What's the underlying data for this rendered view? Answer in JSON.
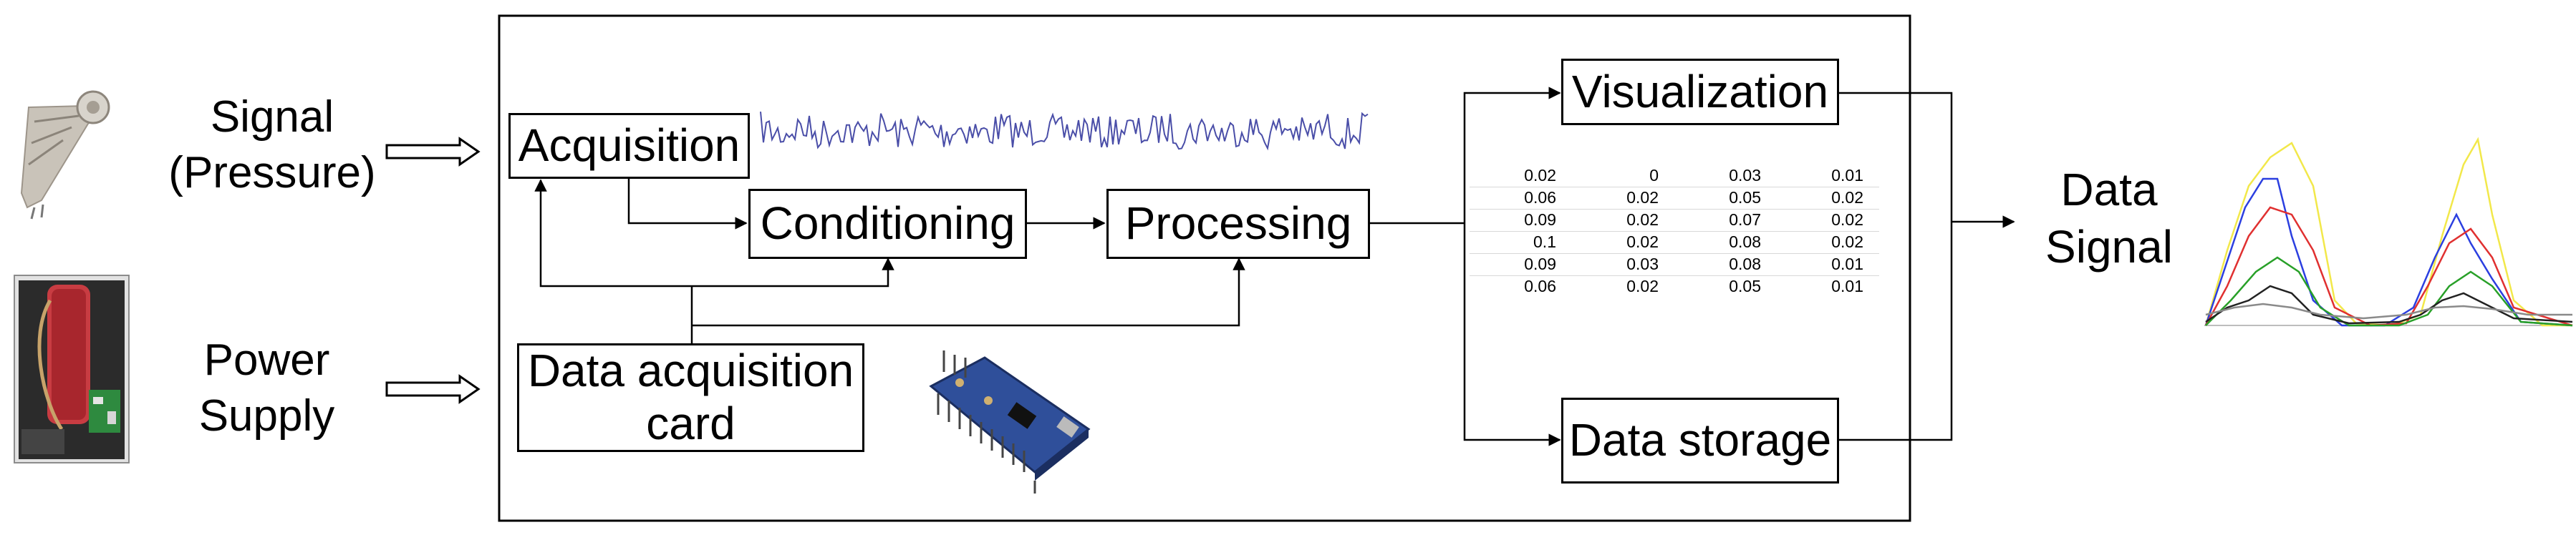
{
  "left_labels": {
    "signal_line1": "Signal",
    "signal_line2": "(Pressure)",
    "power_line1": "Power",
    "power_line2": "Supply"
  },
  "boxes": {
    "acquisition": "Acquisition",
    "conditioning": "Conditioning",
    "processing": "Processing",
    "daq_line1": "Data acquisition",
    "daq_line2": "card",
    "visualization": "Visualization",
    "storage": "Data storage"
  },
  "right_label": {
    "line1": "Data",
    "line2": "Signal"
  },
  "data_table": {
    "rows": [
      [
        "0.02",
        "0",
        "0.03",
        "0.01"
      ],
      [
        "0.06",
        "0.02",
        "0.05",
        "0.02"
      ],
      [
        "0.09",
        "0.02",
        "0.07",
        "0.02"
      ],
      [
        "0.1",
        "0.02",
        "0.08",
        "0.02"
      ],
      [
        "0.09",
        "0.03",
        "0.08",
        "0.01"
      ],
      [
        "0.06",
        "0.02",
        "0.05",
        "0.01"
      ]
    ]
  },
  "colors": {
    "raw_signal": "#4a4ea8",
    "series": [
      "#f2e84a",
      "#2b3fe0",
      "#e03030",
      "#28a028",
      "#222222",
      "#8a8a8a"
    ]
  },
  "icons": [
    "pressure-sensor-photo",
    "battery-pack-photo",
    "microcontroller-board-photo",
    "raw-signal-waveform",
    "multi-signal-plot"
  ]
}
